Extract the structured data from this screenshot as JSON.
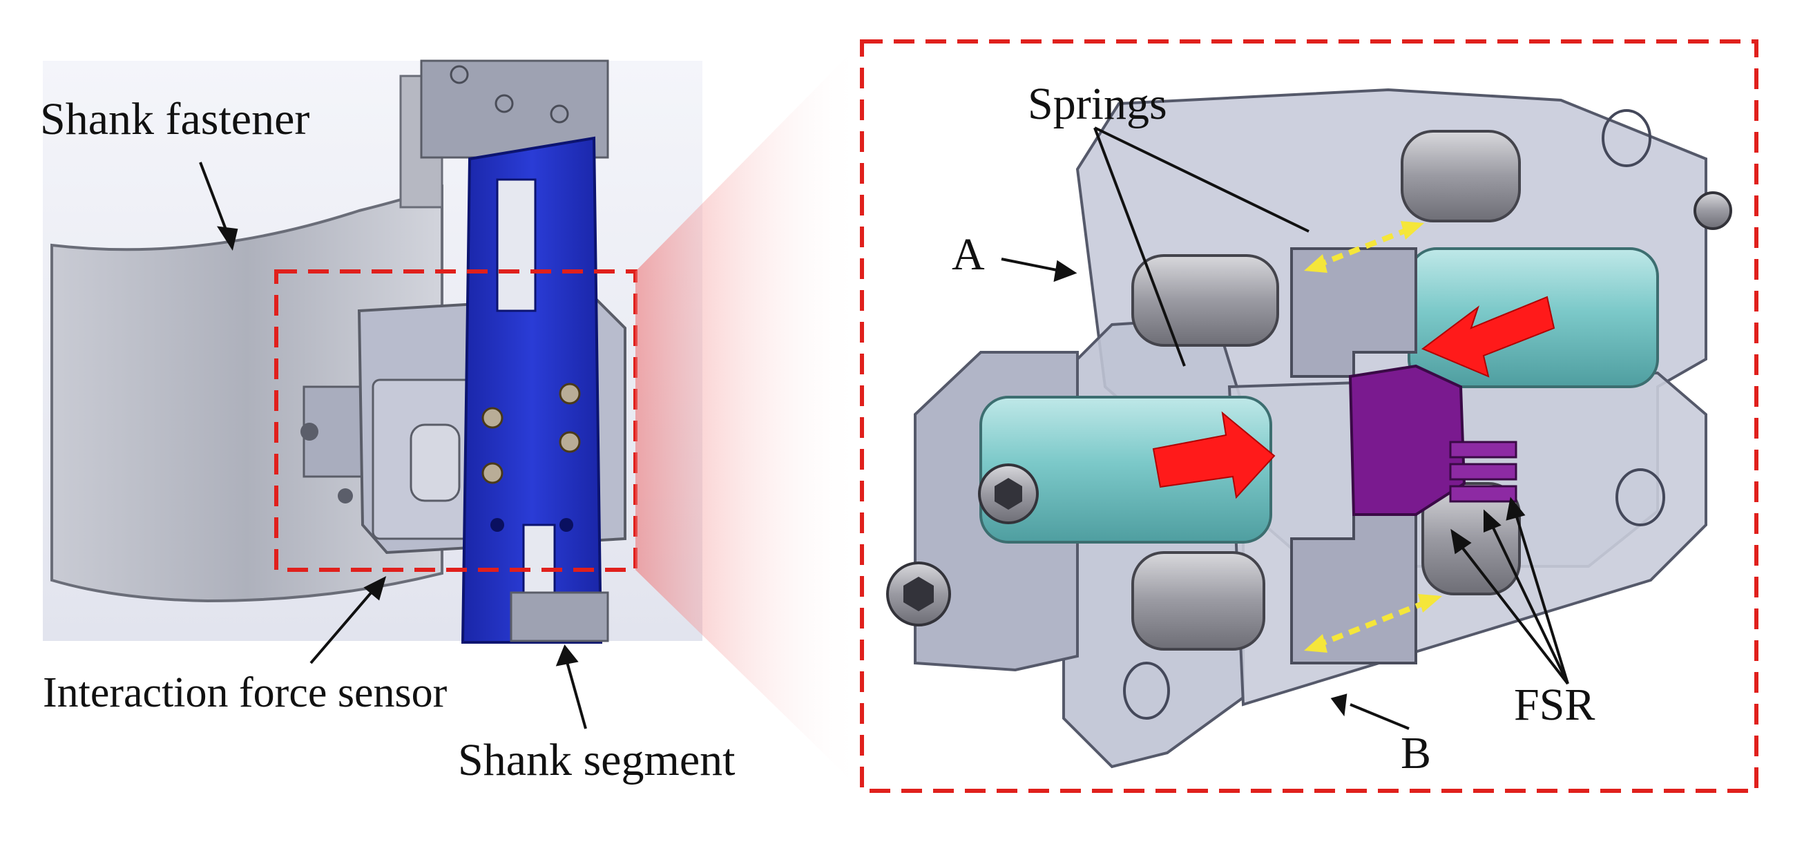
{
  "labels": {
    "shank_fastener": "Shank fastener",
    "interaction_force_sensor": "Interaction force sensor",
    "shank_segment": "Shank segment",
    "springs": "Springs",
    "a": "A",
    "b": "B",
    "fsr": "FSR"
  },
  "colors": {
    "callout_dash": "#e0201c",
    "shank_blue": "#1f2fc0",
    "spring_cyan": "#7cc9c9",
    "force_arrow": "#ff1a1a",
    "fsr_purple": "#7a1a8f",
    "motion_arrow": "#f5e63a",
    "housing_grey": "#a9afc4"
  },
  "icons": [
    "red-force-arrow",
    "yellow-double-arrow",
    "hex-socket-screw"
  ]
}
